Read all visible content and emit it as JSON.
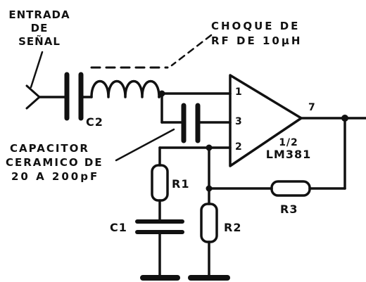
{
  "labels": {
    "entrada": [
      "ENTRADA",
      "DE",
      "SEÑAL"
    ],
    "choque": [
      "CHOQUE DE",
      "RF DE 10µH"
    ],
    "capacitor": [
      "CAPACITOR",
      "CERAMICO DE",
      "20 A 200pF"
    ],
    "ic": [
      "1/2",
      "LM381"
    ]
  },
  "components": {
    "c2": "C2",
    "c1": "C1",
    "r1": "R1",
    "r2": "R2",
    "r3": "R3"
  },
  "pins": {
    "p1": "1",
    "p2": "2",
    "p3": "3",
    "p7": "7"
  },
  "colors": {
    "ink": "#111111",
    "paper": "#ffffff"
  }
}
